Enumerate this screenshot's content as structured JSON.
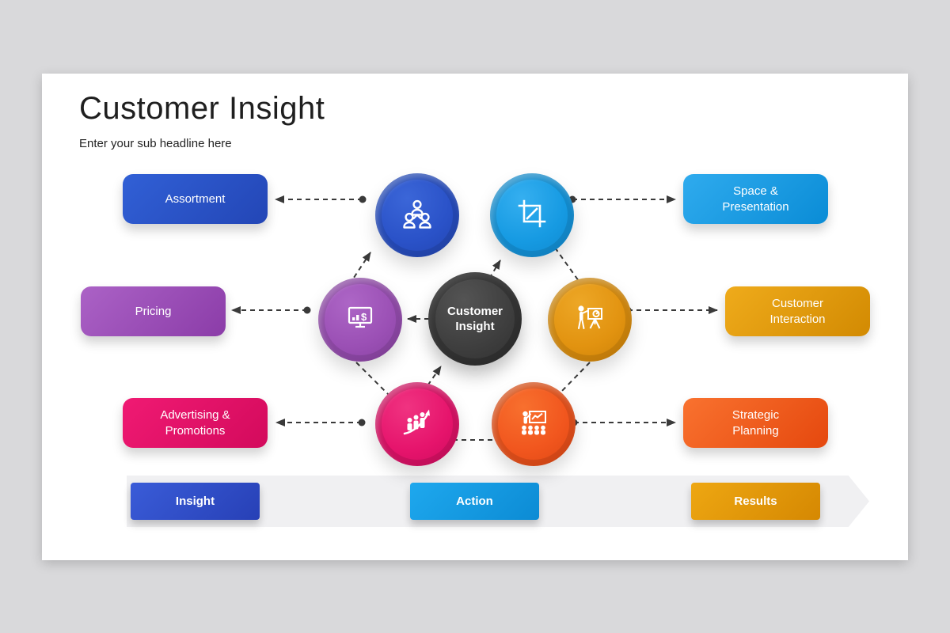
{
  "slide": {
    "title": "Customer Insight",
    "subtitle": "Enter your sub headline here"
  },
  "center": {
    "label": "Customer Insight",
    "color": "#3d3d3d"
  },
  "nodes": [
    {
      "icon": "team-icon",
      "color": "#2a52c8",
      "position": "top-left"
    },
    {
      "icon": "crop-icon",
      "color": "#169ae2",
      "position": "top-right"
    },
    {
      "icon": "sales-monitor-icon",
      "color": "#9b50b5",
      "position": "mid-left"
    },
    {
      "icon": "presentation-icon",
      "color": "#e29310",
      "position": "mid-right"
    },
    {
      "icon": "growth-icon",
      "color": "#e6146c",
      "position": "bottom-left"
    },
    {
      "icon": "meeting-icon",
      "color": "#f1561e",
      "position": "bottom-right"
    }
  ],
  "boxes": [
    {
      "label": "Assortment",
      "color": "#2a55c8"
    },
    {
      "label": "Pricing",
      "color": "#9b4fb0"
    },
    {
      "label": "Advertising & Promotions",
      "color": "#e21068"
    },
    {
      "label": "Space & Presentation",
      "color": "#189ce2"
    },
    {
      "label": "Customer Interaction",
      "color": "#e09a0e"
    },
    {
      "label": "Strategic Planning",
      "color": "#ef5a1e"
    }
  ],
  "timeline": {
    "steps": [
      {
        "label": "Insight",
        "color": "#2f4fd0"
      },
      {
        "label": "Action",
        "color": "#149ce4"
      },
      {
        "label": "Results",
        "color": "#e2990b"
      }
    ]
  }
}
